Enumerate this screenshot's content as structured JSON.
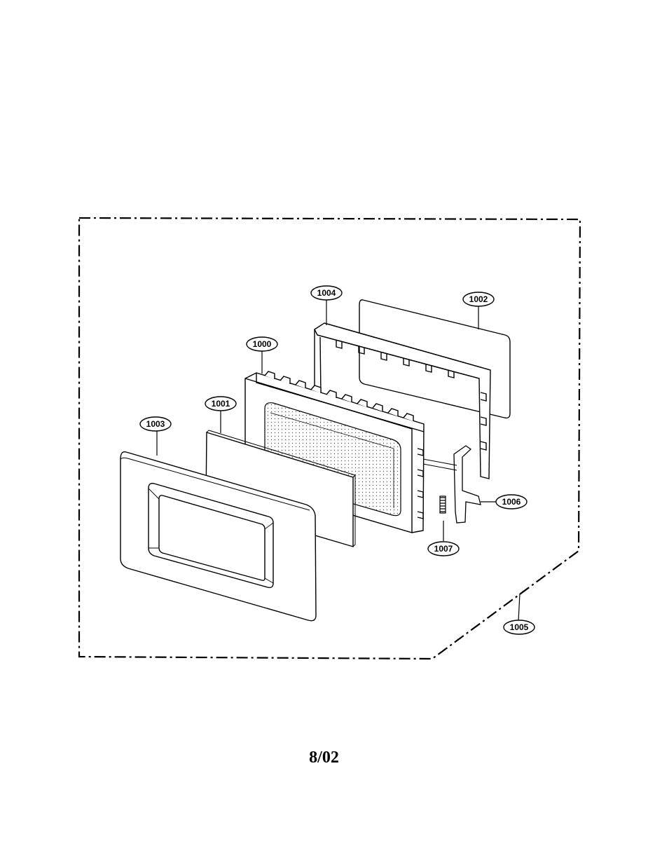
{
  "diagram": {
    "callouts": [
      {
        "id": "c1000",
        "label": "1000",
        "part": "door-frame"
      },
      {
        "id": "c1001",
        "label": "1001",
        "part": "door-glass-panel"
      },
      {
        "id": "c1002",
        "label": "1002",
        "part": "choke-cover"
      },
      {
        "id": "c1003",
        "label": "1003",
        "part": "door-front"
      },
      {
        "id": "c1004",
        "label": "1004",
        "part": "choke-frame"
      },
      {
        "id": "c1005",
        "label": "1005",
        "part": "door-assembly"
      },
      {
        "id": "c1006",
        "label": "1006",
        "part": "latch-hook"
      },
      {
        "id": "c1007",
        "label": "1007",
        "part": "latch-spring"
      }
    ]
  },
  "footer": {
    "text": "8/02"
  }
}
